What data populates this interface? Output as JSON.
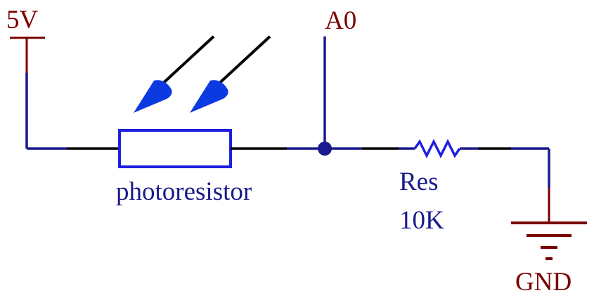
{
  "labels": {
    "power": "5V",
    "analog_pin": "A0",
    "photoresistor": "photoresistor",
    "resistor_name": "Res",
    "resistor_value": "10K",
    "ground": "GND"
  },
  "colors": {
    "wire": "#1a1a8c",
    "wire_black": "#000000",
    "component": "#1f1fe0",
    "power_symbol": "#7a0000",
    "power_label": "#7a0000",
    "net_label": "#7a0000",
    "component_label": "#1a1a8c",
    "light_arrow_head": "#0b3be0",
    "junction": "#1a1a8c"
  }
}
